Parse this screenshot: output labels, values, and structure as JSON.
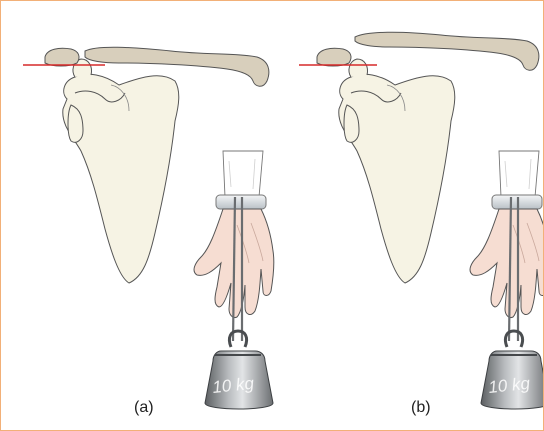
{
  "figure": {
    "panels": [
      {
        "label": "(a)",
        "weight_label": "10 kg"
      },
      {
        "label": "(b)",
        "weight_label": "10 kg"
      }
    ]
  },
  "colors": {
    "frame_border": "#f2b078",
    "bone_fill": "#f6f3e4",
    "clavicle_fill": "#d8cfbc",
    "reference_line": "#d62a2a",
    "skin_fill": "#f6ddd2",
    "weight_metal": "#8a8d90",
    "cuff_fill": "#dfe3e6"
  }
}
